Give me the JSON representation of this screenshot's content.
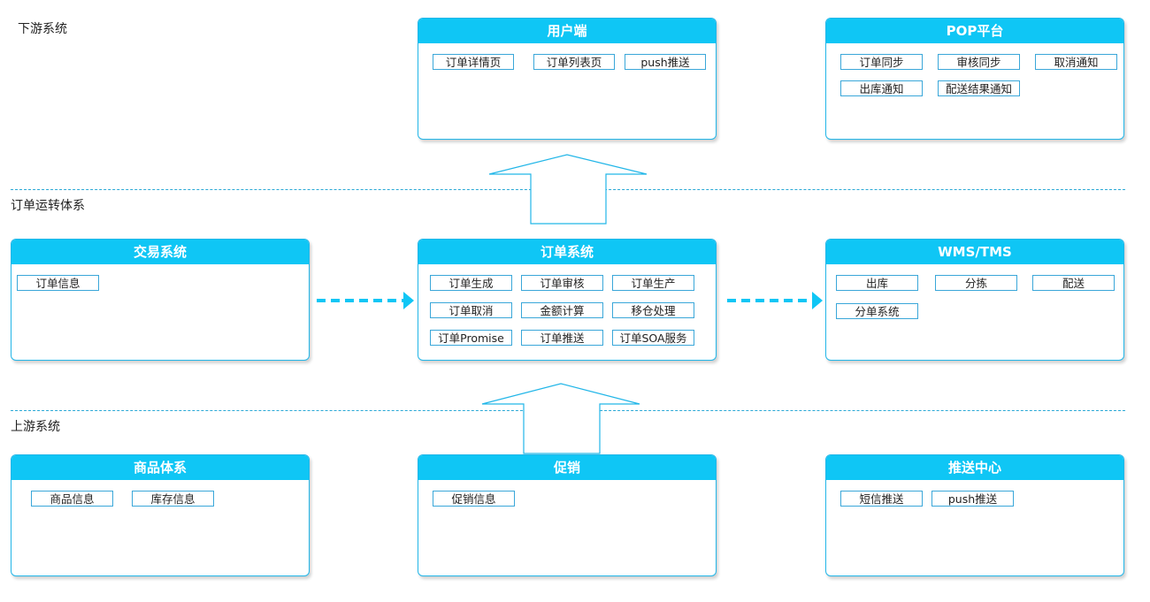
{
  "layers": {
    "downstream": "下游系统",
    "order_flow": "订单运转体系",
    "upstream": "上游系统"
  },
  "panels": {
    "user_end": {
      "title": "用户端",
      "items": [
        "订单详情页",
        "订单列表页",
        "push推送"
      ]
    },
    "pop": {
      "title": "POP平台",
      "items": [
        "订单同步",
        "审核同步",
        "取消通知",
        "出库通知",
        "配送结果通知"
      ]
    },
    "trade": {
      "title": "交易系统",
      "items": [
        "订单信息"
      ]
    },
    "order": {
      "title": "订单系统",
      "items": [
        "订单生成",
        "订单审核",
        "订单生产",
        "订单取消",
        "金额计算",
        "移仓处理",
        "订单Promise",
        "订单推送",
        "订单SOA服务"
      ]
    },
    "wms": {
      "title": "WMS/TMS",
      "items": [
        "出库",
        "分拣",
        "配送",
        "分单系统"
      ]
    },
    "goods": {
      "title": "商品体系",
      "items": [
        "商品信息",
        "库存信息"
      ]
    },
    "promo": {
      "title": "促销",
      "items": [
        "促销信息"
      ]
    },
    "push": {
      "title": "推送中心",
      "items": [
        "短信推送",
        "push推送"
      ]
    }
  },
  "colors": {
    "accent": "#0fc6f5",
    "border": "#22b6e8",
    "dash": "#2aa8d6"
  }
}
